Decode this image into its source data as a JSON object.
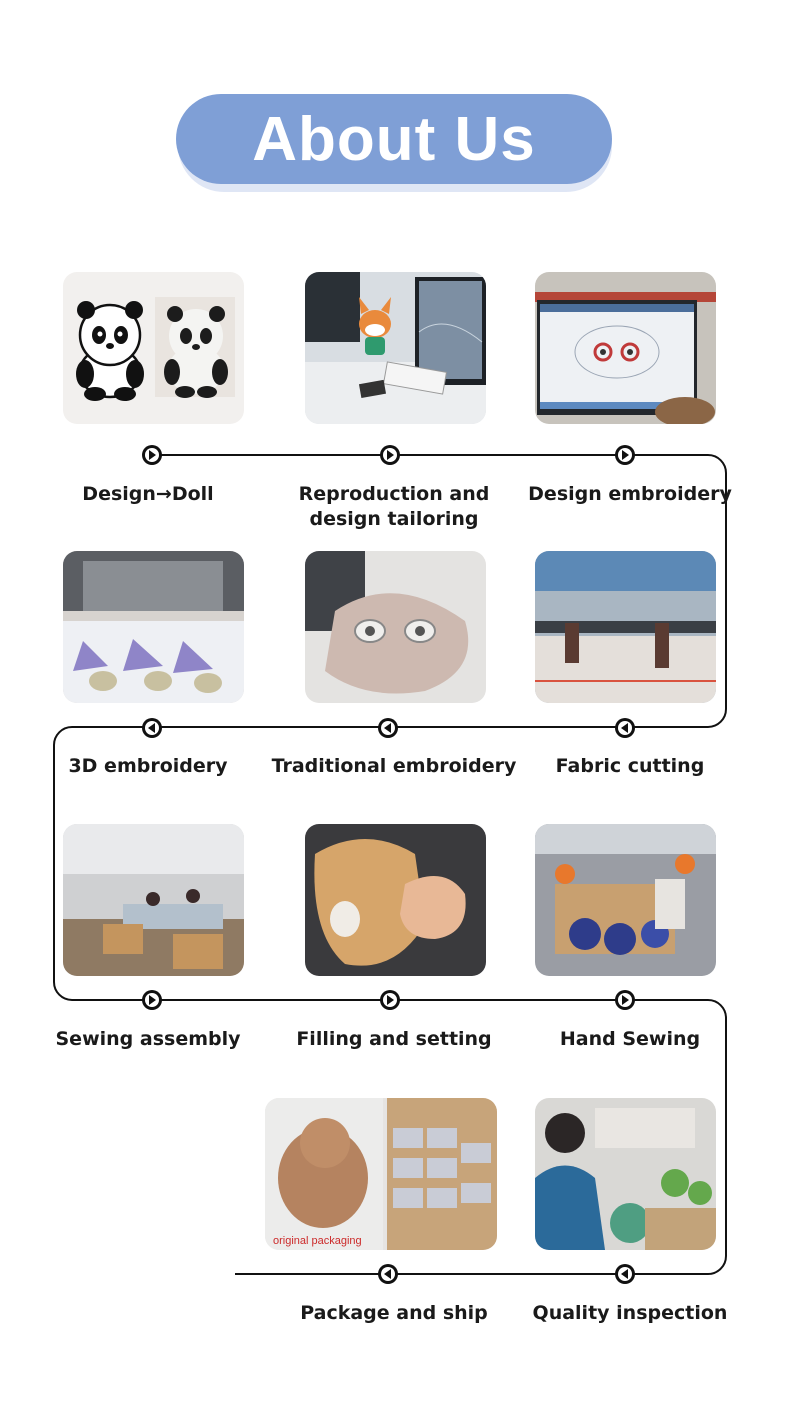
{
  "header": {
    "title": "About Us"
  },
  "steps": [
    {
      "label": "Design→Doll"
    },
    {
      "label": "Reproduction and design tailoring"
    },
    {
      "label": "Design embroidery"
    },
    {
      "label": "3D embroidery"
    },
    {
      "label": "Traditional embroidery"
    },
    {
      "label": "Fabric cutting"
    },
    {
      "label": "Sewing assembly"
    },
    {
      "label": "Filling and setting"
    },
    {
      "label": "Hand Sewing"
    },
    {
      "label": "Package and ship"
    },
    {
      "label": "Quality inspection"
    }
  ],
  "photo_text": {
    "packaging_caption": "original packaging"
  },
  "colors": {
    "banner": "#7f9fd6",
    "line": "#111111",
    "text": "#1a1a1a"
  }
}
